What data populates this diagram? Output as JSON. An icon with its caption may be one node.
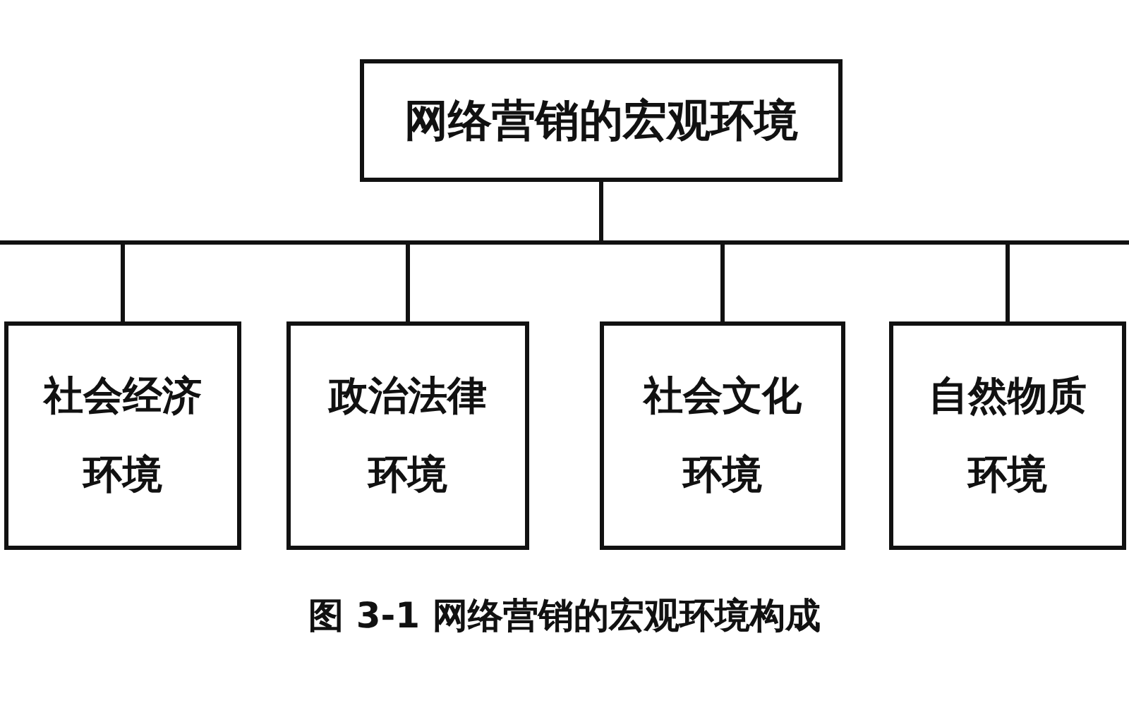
{
  "diagram": {
    "caption": "图 3-1 网络营销的宏观环境构成",
    "nodes": [
      {
        "text": [
          "网络营销的宏观环境"
        ]
      },
      {
        "text": [
          "社会经济环境"
        ]
      },
      {
        "text": [
          "政治法律环境"
        ]
      },
      {
        "text": [
          "社会文化环境"
        ]
      },
      {
        "text": [
          "自然物质环境"
        ]
      }
    ],
    "edges": [
      {
        "from": 0,
        "to": 1,
        "arrow": "none"
      },
      {
        "from": 0,
        "to": 2,
        "arrow": "none"
      },
      {
        "from": 0,
        "to": 3,
        "arrow": "none"
      },
      {
        "from": 0,
        "to": 4,
        "arrow": "none"
      }
    ]
  }
}
